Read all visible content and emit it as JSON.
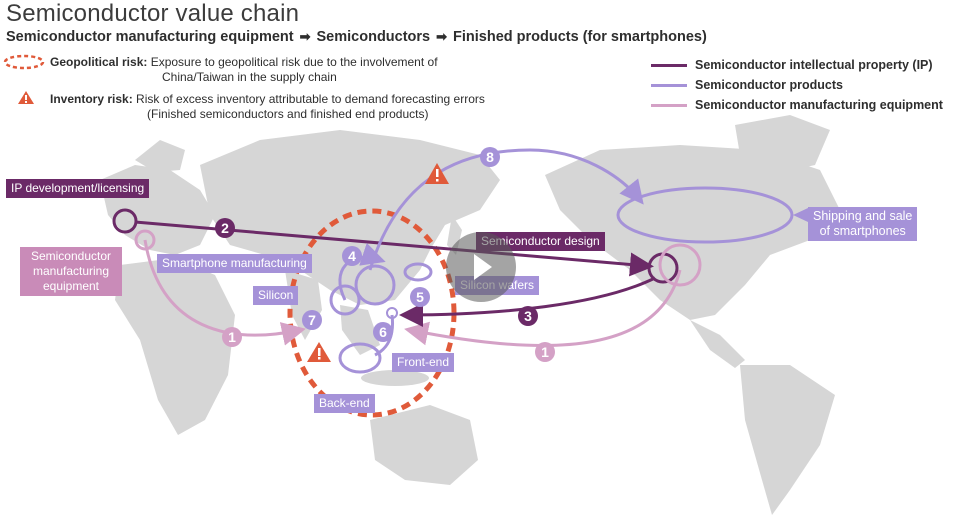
{
  "title": "Semiconductor value chain",
  "subtitle": {
    "part1": "Semiconductor manufacturing equipment",
    "part2": "Semiconductors",
    "part3": "Finished products (for smartphones)"
  },
  "risks": {
    "geo_label": "Geopolitical risk:",
    "geo_text_1": "Exposure to geopolitical risk due to the involvement of",
    "geo_text_2": "China/Taiwan in the supply chain",
    "inv_label": "Inventory risk:",
    "inv_text_1": "Risk of excess inventory attributable to demand forecasting errors",
    "inv_text_2": "(Finished semiconductors and finished end products)"
  },
  "legend": [
    {
      "label": "Semiconductor intellectual property (IP)",
      "color": "#6b2a67"
    },
    {
      "label": "Semiconductor products",
      "color": "#a592d8"
    },
    {
      "label": "Semiconductor manufacturing equipment",
      "color": "#d4a1c6"
    }
  ],
  "labels": {
    "ip_dev": "IP development/licensing",
    "equip_1": "Semiconductor",
    "equip_2": "manufacturing",
    "equip_3": "equipment",
    "smartphone_mfg": "Smartphone manufacturing",
    "silicon": "Silicon",
    "silicon_wafers": "Silicon wafers",
    "semi_design": "Semiconductor design",
    "front_end": "Front-end",
    "back_end": "Back-end",
    "shipping_1": "Shipping and sale",
    "shipping_2": "of smartphones"
  },
  "steps": {
    "s1a": "1",
    "s1b": "1",
    "s2": "2",
    "s3": "3",
    "s4": "4",
    "s5": "5",
    "s6": "6",
    "s7": "7",
    "s8": "8"
  },
  "colors": {
    "ip": "#6b2a67",
    "products": "#a592d8",
    "equipment": "#d4a1c6",
    "risk": "#e05a3a",
    "land": "#d6d6d6"
  }
}
